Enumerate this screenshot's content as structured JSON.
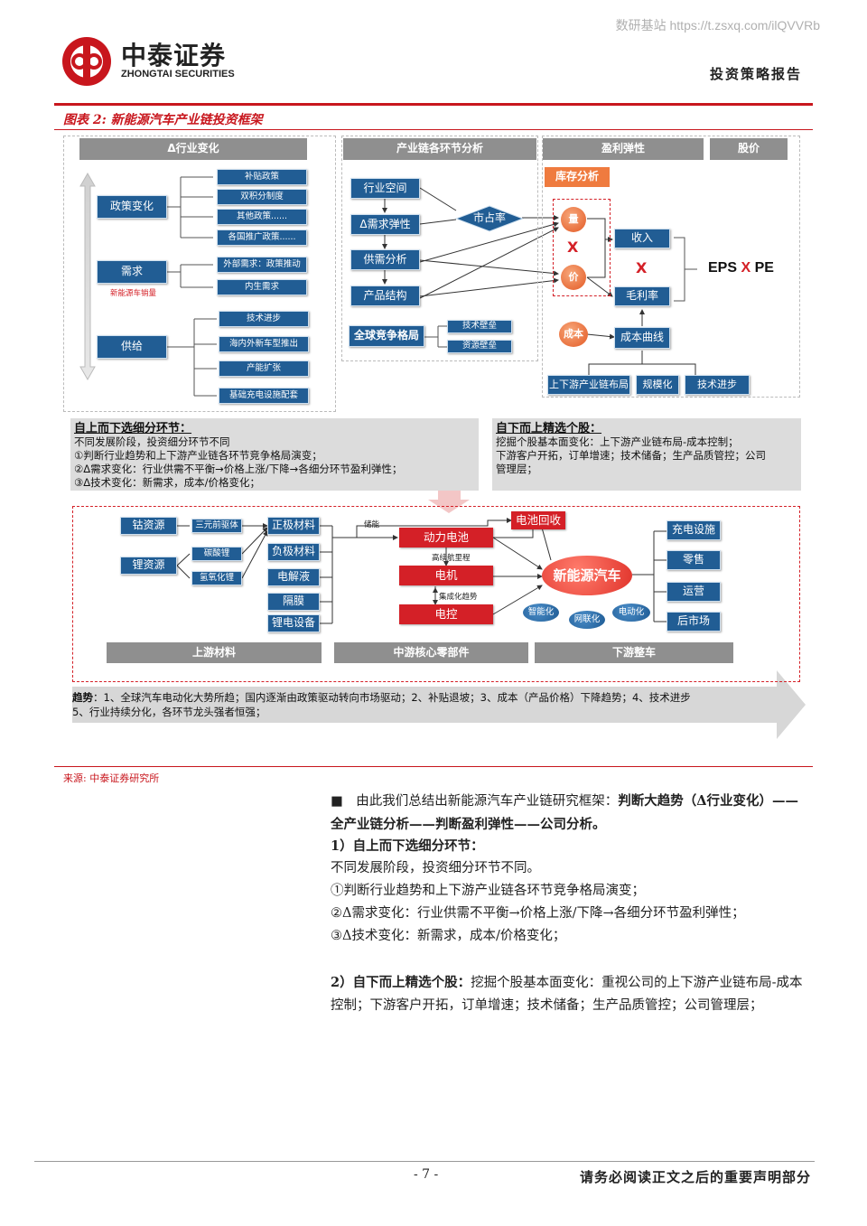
{
  "header": {
    "watermark_site": "数研基站 https://t.zsxq.com/ilQVVRb",
    "brand_cn": "中泰证券",
    "brand_en": "ZHONGTAI SECURITIES",
    "report_type": "投资策略报告"
  },
  "figure": {
    "title": "图表 2: 新能源汽车产业链投资框架",
    "source": "来源: 中泰证券研究所"
  },
  "diagram": {
    "headers": {
      "industry_change": "Δ行业变化",
      "chain_analysis": "产业链各环节分析",
      "profit_elasticity": "盈利弹性",
      "stock_price": "股价"
    },
    "industry": {
      "policy": "政策变化",
      "policy_items": [
        "补贴政策",
        "双积分制度",
        "其他政策......",
        "各国推广政策......"
      ],
      "demand": "需求",
      "demand_note": "新能源车销量",
      "demand_items": [
        "外部需求：政策推动",
        "内生需求"
      ],
      "supply": "供给",
      "supply_items": [
        "技术进步",
        "海内外新车型推出",
        "产能扩张",
        "基础充电设施配套"
      ]
    },
    "chain": {
      "items": [
        "行业空间",
        "Δ需求弹性",
        "供需分析",
        "产品结构"
      ],
      "market_share": "市占率",
      "global": "全球竞争格局",
      "barriers": [
        "技术壁垒",
        "资源壁垒"
      ]
    },
    "profit": {
      "inventory": "库存分析",
      "volume": "量",
      "times": "X",
      "price": "价",
      "cost": "成本",
      "revenue": "收入",
      "times2": "X",
      "gross_margin": "毛利率",
      "cost_curve": "成本曲线",
      "factors": [
        "上下游产业链布局",
        "规模化",
        "技术进步"
      ]
    },
    "eps": {
      "eps": "EPS",
      "x": "X",
      "pe": "PE"
    },
    "top_down": {
      "title": "自上而下选细分环节：",
      "lines": [
        "不同发展阶段，投资细分环节不同",
        "①判断行业趋势和上下游产业链各环节竞争格局演变；",
        "②Δ需求变化：行业供需不平衡→价格上涨/下降→各细分环节盈利弹性；",
        "③Δ技术变化：新需求，成本/价格变化；"
      ]
    },
    "bottom_up": {
      "title": "自下而上精选个股：",
      "lines": [
        "挖掘个股基本面变化：上下游产业链布局-成本控制；",
        "下游客户开拓，订单增速；技术储备；生产品质管控；公司",
        "管理层；"
      ]
    },
    "upstream": {
      "cobalt": "钴资源",
      "lithium": "锂资源",
      "precursor": "三元前驱体",
      "li_carbonate": "碳酸锂",
      "li_hydroxide": "氢氧化锂",
      "materials": [
        "正极材料",
        "负极材料",
        "电解液",
        "隔膜",
        "锂电设备"
      ],
      "label": "上游材料"
    },
    "midstream": {
      "storage": "储能",
      "battery": "动力电池",
      "range": "高续航里程",
      "motor": "电机",
      "integration": "集成化趋势",
      "control": "电控",
      "recycling": "电池回收",
      "label": "中游核心零部件"
    },
    "downstream": {
      "nev": "新能源汽车",
      "trends": [
        "智能化",
        "网联化",
        "电动化"
      ],
      "items": [
        "充电设施",
        "零售",
        "运营",
        "后市场"
      ],
      "label": "下游整车"
    },
    "trend": {
      "title": "趋势",
      "line1": "：1、全球汽车电动化大势所趋；国内逐渐由政策驱动转向市场驱动；2、补贴退坡；3、成本（产品价格）下降趋势；4、技术进步",
      "line2": "5、行业持续分化，各环节龙头强者恒强；"
    }
  },
  "body": {
    "p1_prefix": "■　由此我们总结出新能源汽车产业链研究框架：",
    "p1_bold": "判断大趋势（Δ行业变化）——全产业链分析——判断盈利弹性——公司分析。",
    "h1": "1）自上而下选细分环节：",
    "l1": "不同发展阶段，投资细分环节不同。",
    "l2": "①判断行业趋势和上下游产业链各环节竞争格局演变；",
    "l3": "②Δ需求变化：行业供需不平衡→价格上涨/下降→各细分环节盈利弹性；",
    "l4": "③Δ技术变化：新需求，成本/价格变化；",
    "h2": "2）自下而上精选个股：",
    "p2": "挖掘个股基本面变化：重视公司的上下游产业链布局-成本控制；下游客户开拓，订单增速；技术储备；生产品质管控；公司管理层；"
  },
  "footer": {
    "page": "- 7 -",
    "disclaimer": "请务必阅读正文之后的重要声明部分"
  },
  "colors": {
    "brand_red": "#c8161d",
    "box_blue": "#215d94",
    "accent_orange": "#e35a25"
  }
}
